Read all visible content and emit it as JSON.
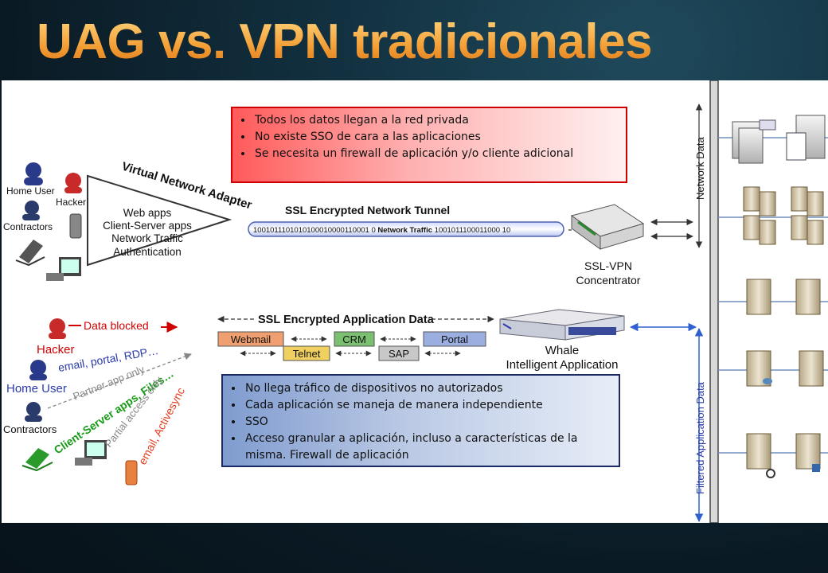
{
  "slide": {
    "title": "UAG vs. VPN tradicionales"
  },
  "callouts": {
    "top": [
      "Todos los datos llegan a la red privada",
      "No existe SSO de cara a las aplicaciones",
      "Se necesita un firewall de aplicación y/o cliente adicional"
    ],
    "bottom": [
      "No llega tráfico de dispositivos no autorizados",
      "Cada aplicación se maneja de manera independiente",
      "SSO",
      "Acceso granular a aplicación, incluso a características de la misma. Firewall de aplicación"
    ]
  },
  "vpn_diagram": {
    "users": {
      "home_user": "Home User",
      "hacker": "Hacker",
      "contractors": "Contractors"
    },
    "adapter_label": "Virtual Network Adapter",
    "adapter_items": [
      "Web apps",
      "Client-Server apps",
      "Network Traffic",
      "Authentication"
    ],
    "tunnel_title": "SSL Encrypted Network Tunnel",
    "tunnel_bits_left": "1001011101010100010000110001 0",
    "tunnel_traffic": "Network Traffic",
    "tunnel_bits_right": "1001011100011000 10",
    "concentrator_line1": "SSL-VPN",
    "concentrator_line2": "Concentrator",
    "network_data_label": "Network Data"
  },
  "uag_diagram": {
    "data_blocked": "Data blocked",
    "hacker": "Hacker",
    "home_user": "Home User",
    "contractors": "Contractors",
    "email_portal": "email, portal, RDP…",
    "partner_app": "Partner app only",
    "client_server": "Client-Server apps, Files…",
    "partial_access": "Partial access only",
    "activesync": "email, Activesync",
    "app_data_title": "SSL Encrypted Application Data",
    "apps": [
      "Webmail",
      "CRM",
      "Portal",
      "Telnet",
      "SAP"
    ],
    "whale_line1": "Whale",
    "whale_line2": "Intelligent Application",
    "filtered_label": "Filtered Application Data"
  },
  "colors": {
    "title_gradient_top": "#ffd27a",
    "title_gradient_bottom": "#e07a18",
    "top_callout_border": "#d00000",
    "bottom_callout_border": "#1a2a66",
    "data_blocked": "#d00000",
    "email_portal": "#2a3aa8",
    "client_server": "#1a9a1a",
    "activesync": "#e04020",
    "arrow_blue": "#3060d0"
  }
}
